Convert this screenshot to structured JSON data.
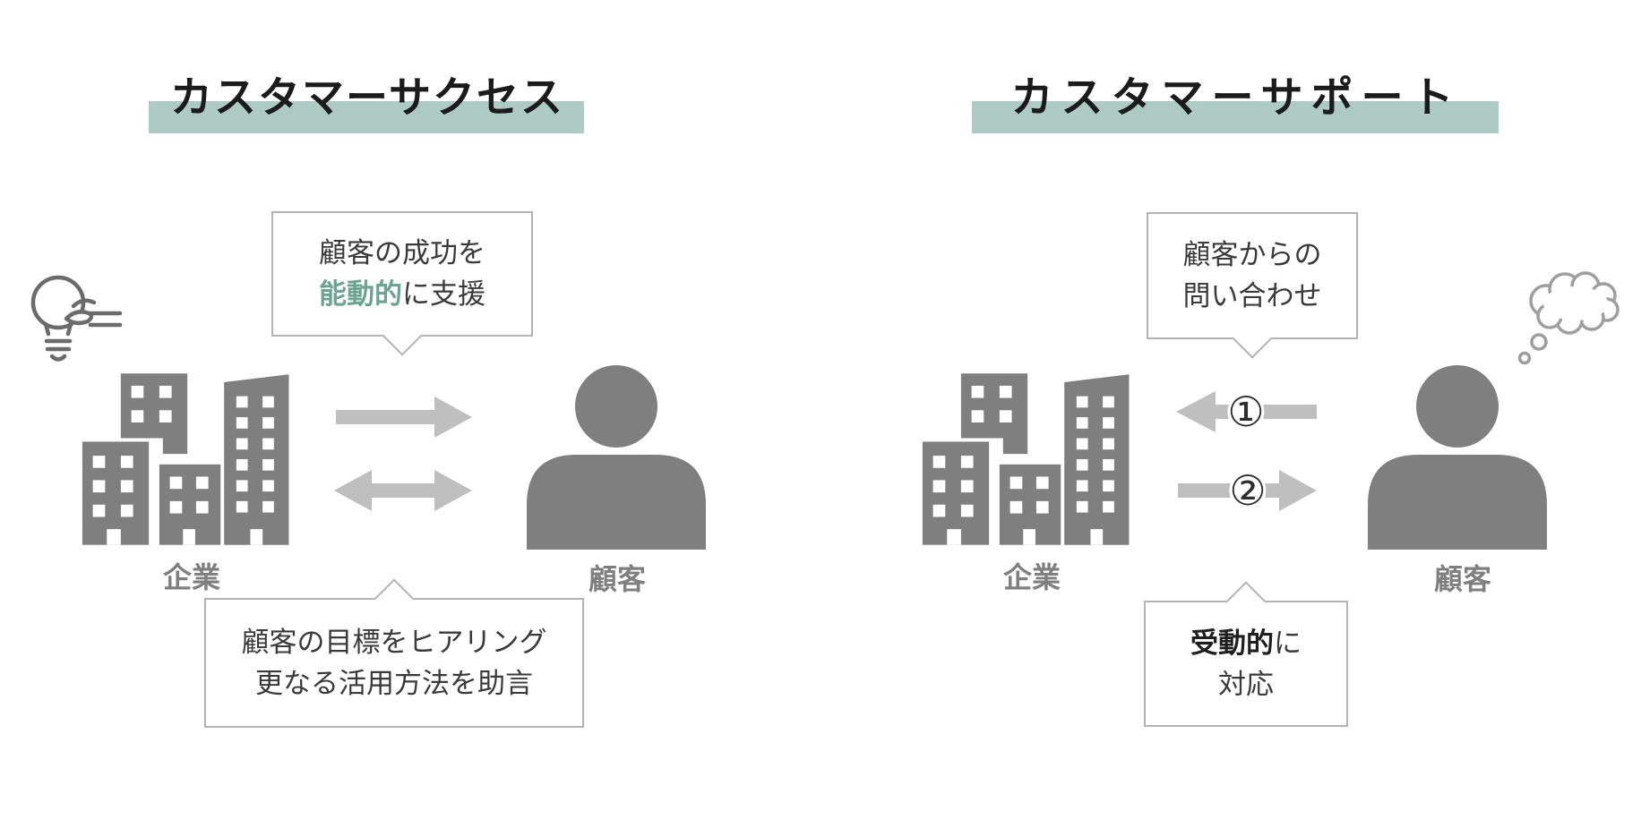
{
  "panels": {
    "left": {
      "title": "カスタマーサクセス",
      "top_bubble": {
        "line1": "顧客の成功を",
        "line2_highlight": "能動的",
        "line2_rest": "に支援"
      },
      "company_label": "企業",
      "customer_label": "顧客",
      "bottom_bubble": {
        "line1": "顧客の目標をヒアリング",
        "line2": "更なる活用方法を助言"
      }
    },
    "right": {
      "title": "カスタマーサポート",
      "top_bubble": {
        "line1": "顧客からの",
        "line2": "問い合わせ"
      },
      "company_label": "企業",
      "customer_label": "顧客",
      "arrow1_label": "①",
      "arrow2_label": "②",
      "bottom_bubble": {
        "line1_highlight": "受動的",
        "line1_rest": "に",
        "line2": "対応"
      }
    }
  },
  "icons": {
    "left_decoration": "lightbulb-hand-icon",
    "right_decoration": "thought-cloud-icon",
    "company": "buildings-icon",
    "customer": "person-icon"
  },
  "colors": {
    "highlight_bar": "#AECBC3",
    "accent_text": "#6BA592",
    "icon_gray": "#7F7F7F",
    "arrow_gray": "#BFBFBF",
    "bubble_border": "#B3B3B3",
    "label_gray": "#7F7F7F"
  }
}
